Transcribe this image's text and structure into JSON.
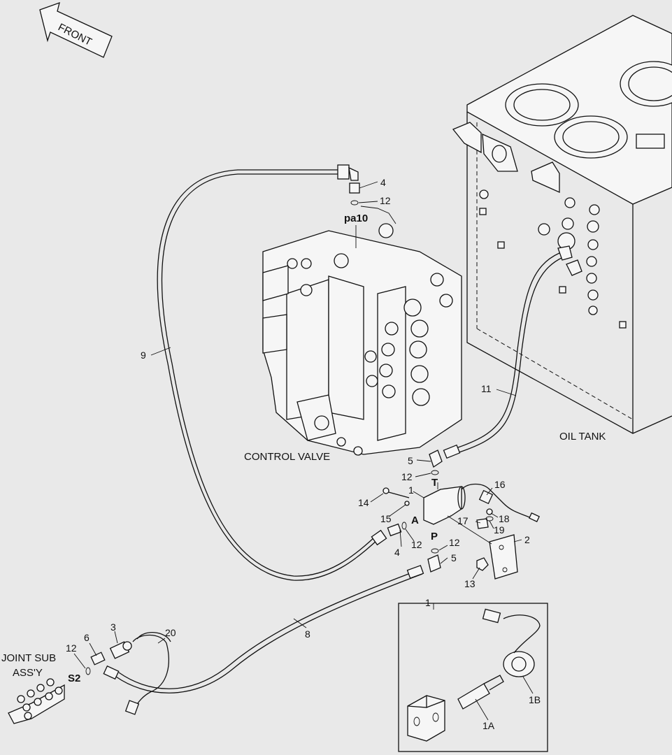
{
  "front_arrow": {
    "text": "FRONT"
  },
  "labels": {
    "control_valve": "CONTROL VALVE",
    "oil_tank": "OIL TANK",
    "joint_sub_line1": "JOINT SUB",
    "joint_sub_line2": "ASS'Y",
    "pa10": "pa10",
    "port_t": "T",
    "port_a": "A",
    "port_p": "P",
    "port_s2": "S2"
  },
  "callouts": {
    "c1": "1",
    "c1_box": "1",
    "c1a": "1A",
    "c1b": "1B",
    "c2": "2",
    "c3": "3",
    "c4_top": "4",
    "c4_mid": "4",
    "c5_top": "5",
    "c5_bot": "5",
    "c6": "6",
    "c8": "8",
    "c9": "9",
    "c11": "11",
    "c12_top": "12",
    "c12_t": "12",
    "c12_a": "12",
    "c12_p": "12",
    "c12_s2": "12",
    "c13": "13",
    "c14": "14",
    "c15": "15",
    "c16": "16",
    "c17": "17",
    "c18": "18",
    "c19": "19",
    "c20": "20"
  }
}
